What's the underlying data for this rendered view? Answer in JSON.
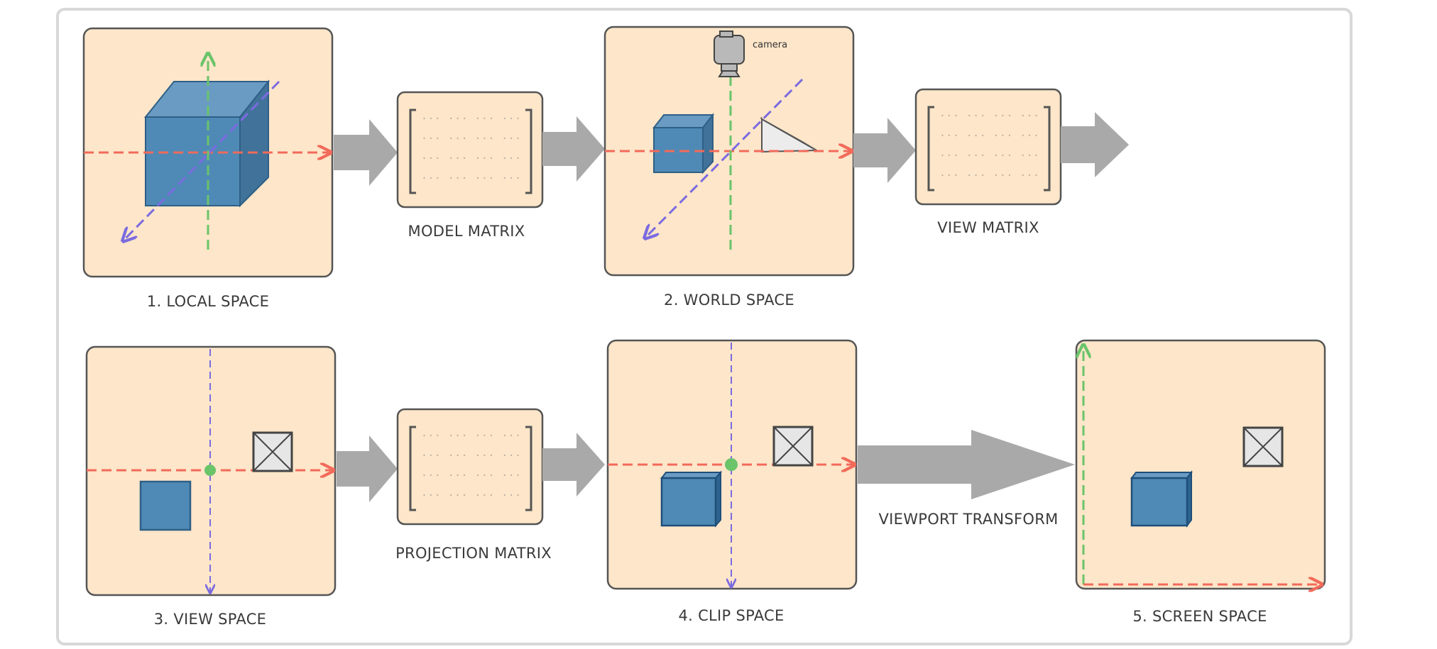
{
  "stages": [
    {
      "label": "1. LOCAL SPACE"
    },
    {
      "label": "2. WORLD SPACE"
    },
    {
      "label": "3. VIEW SPACE"
    },
    {
      "label": "4. CLIP SPACE"
    },
    {
      "label": "5. SCREEN SPACE"
    }
  ],
  "matrices": [
    {
      "label": "MODEL MATRIX"
    },
    {
      "label": "VIEW MATRIX"
    },
    {
      "label": "PROJECTION MATRIX"
    }
  ],
  "transform": {
    "label": "VIEWPORT TRANSFORM"
  },
  "camera": {
    "label": "camera"
  },
  "matrix_cell": "···",
  "colors": {
    "panel_fill": "#fde6c9",
    "panel_stroke": "#555555",
    "x_axis": "#f26a5a",
    "y_axis": "#6ac46a",
    "z_axis": "#7b6be0",
    "cube": "#4f8ab6",
    "flow_arrow": "#a9a9a9"
  }
}
